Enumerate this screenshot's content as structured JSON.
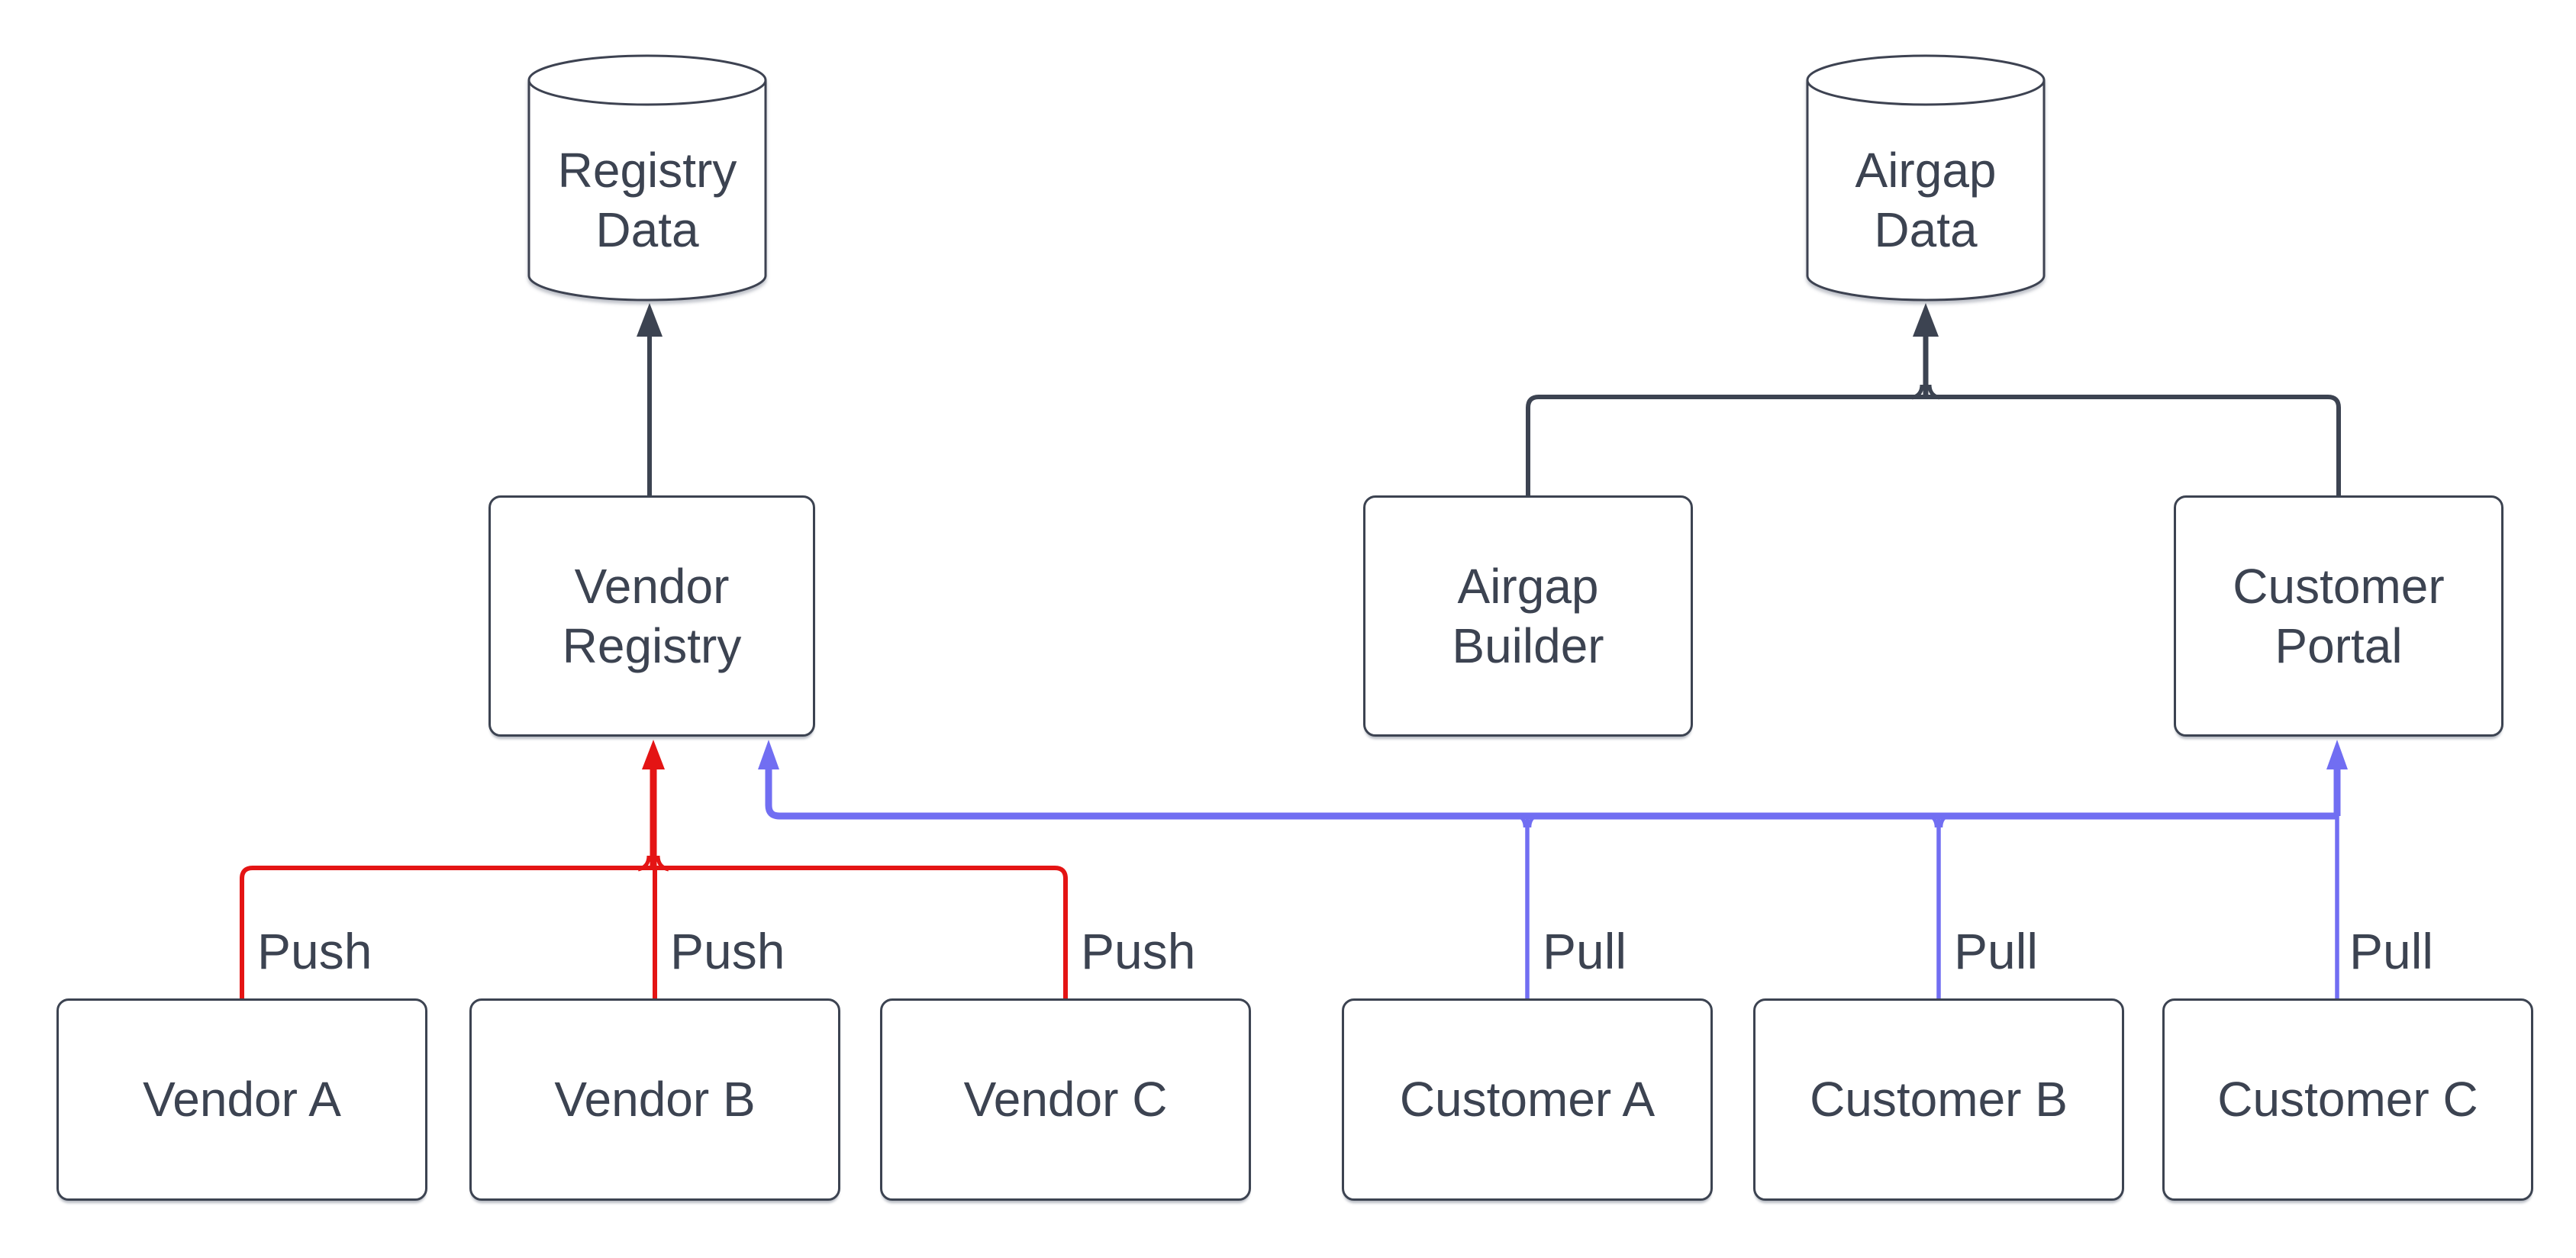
{
  "colors": {
    "background": "#ffffff",
    "stroke": "#3c4351",
    "text": "#3c4351",
    "push": "#e41414",
    "pull": "#716ef2",
    "dark": "#3c4351"
  },
  "nodes": {
    "registry_data": {
      "label": "Registry\nData",
      "shape": "cylinder"
    },
    "airgap_data": {
      "label": "Airgap\nData",
      "shape": "cylinder"
    },
    "vendor_registry": {
      "label": "Vendor\nRegistry",
      "shape": "rect"
    },
    "airgap_builder": {
      "label": "Airgap\nBuilder",
      "shape": "rect"
    },
    "customer_portal": {
      "label": "Customer\nPortal",
      "shape": "rect"
    },
    "vendor_a": {
      "label": "Vendor A",
      "shape": "rect"
    },
    "vendor_b": {
      "label": "Vendor B",
      "shape": "rect"
    },
    "vendor_c": {
      "label": "Vendor C",
      "shape": "rect"
    },
    "customer_a": {
      "label": "Customer A",
      "shape": "rect"
    },
    "customer_b": {
      "label": "Customer B",
      "shape": "rect"
    },
    "customer_c": {
      "label": "Customer C",
      "shape": "rect"
    }
  },
  "edges": [
    {
      "from": "vendor_a",
      "to": "vendor_registry",
      "label": "Push",
      "color": "push"
    },
    {
      "from": "vendor_b",
      "to": "vendor_registry",
      "label": "Push",
      "color": "push"
    },
    {
      "from": "vendor_c",
      "to": "vendor_registry",
      "label": "Push",
      "color": "push"
    },
    {
      "from": "customer_a",
      "to": "vendor_registry",
      "label": "Pull",
      "color": "pull"
    },
    {
      "from": "customer_b",
      "to": "vendor_registry",
      "label": "Pull",
      "color": "pull"
    },
    {
      "from": "customer_c",
      "to": "vendor_registry",
      "label": "Pull",
      "color": "pull"
    },
    {
      "from": "customers_bus",
      "to": "customer_portal",
      "label": "",
      "color": "pull"
    },
    {
      "from": "vendor_registry",
      "to": "registry_data",
      "label": "",
      "color": "dark"
    },
    {
      "from": "airgap_builder",
      "to": "airgap_data",
      "label": "",
      "color": "dark"
    },
    {
      "from": "customer_portal",
      "to": "airgap_data",
      "label": "",
      "color": "dark"
    }
  ]
}
